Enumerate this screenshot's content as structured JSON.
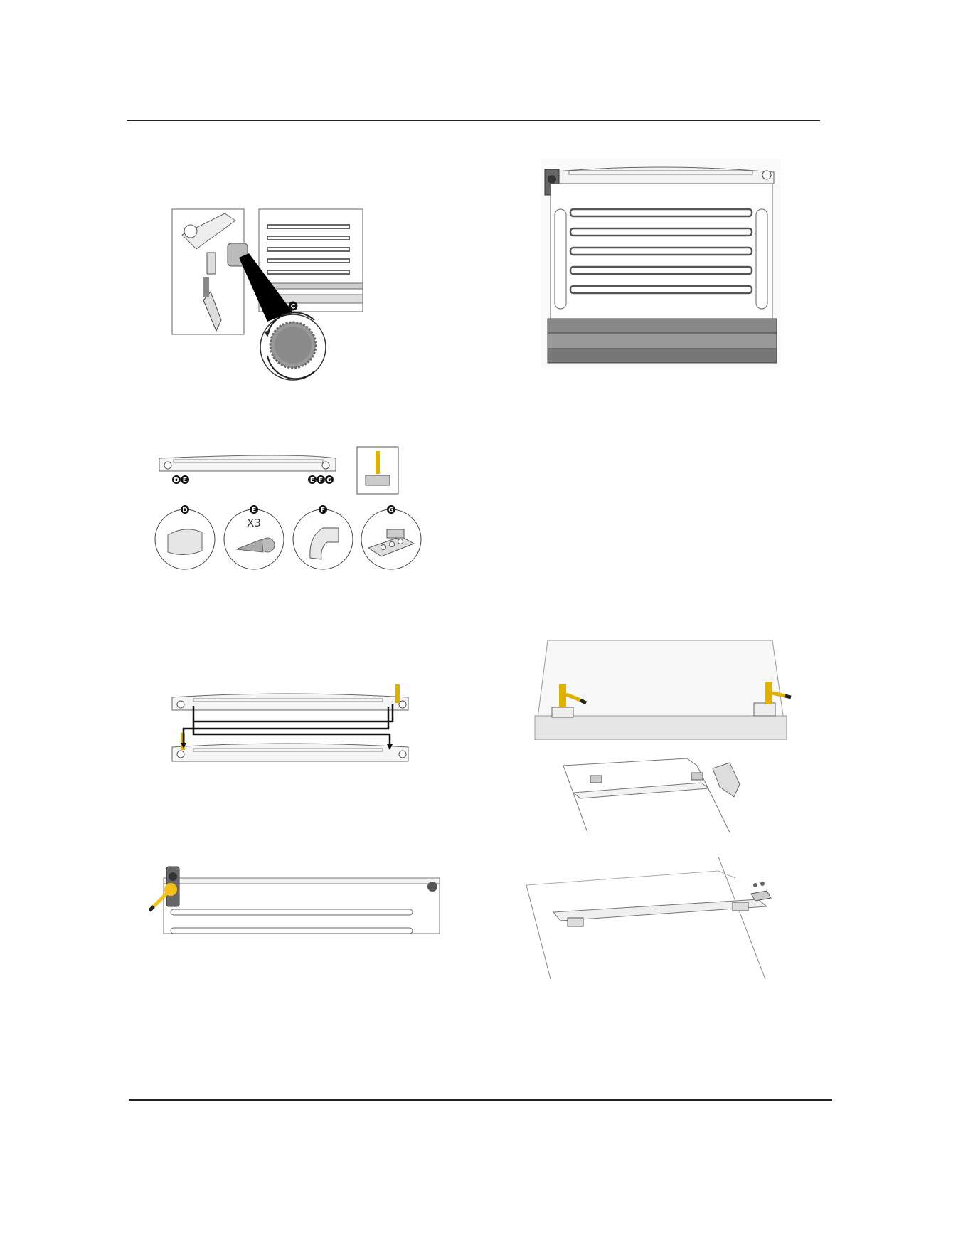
{
  "figures": {
    "knob_callout": {
      "label": "C"
    },
    "hinge_parts": {
      "bar_labels_left": [
        "D",
        "E"
      ],
      "bar_labels_right": [
        "E",
        "F",
        "G"
      ],
      "parts": [
        {
          "label": "D",
          "name": "spacer-sleeve"
        },
        {
          "label": "E",
          "name": "screw",
          "quantity": "X3"
        },
        {
          "label": "F",
          "name": "hinge-bracket"
        },
        {
          "label": "G",
          "name": "hinge-plate"
        }
      ]
    }
  },
  "colors": {
    "accent_yellow": "#f2c21b",
    "rule": "#222222",
    "line": "#555555"
  }
}
